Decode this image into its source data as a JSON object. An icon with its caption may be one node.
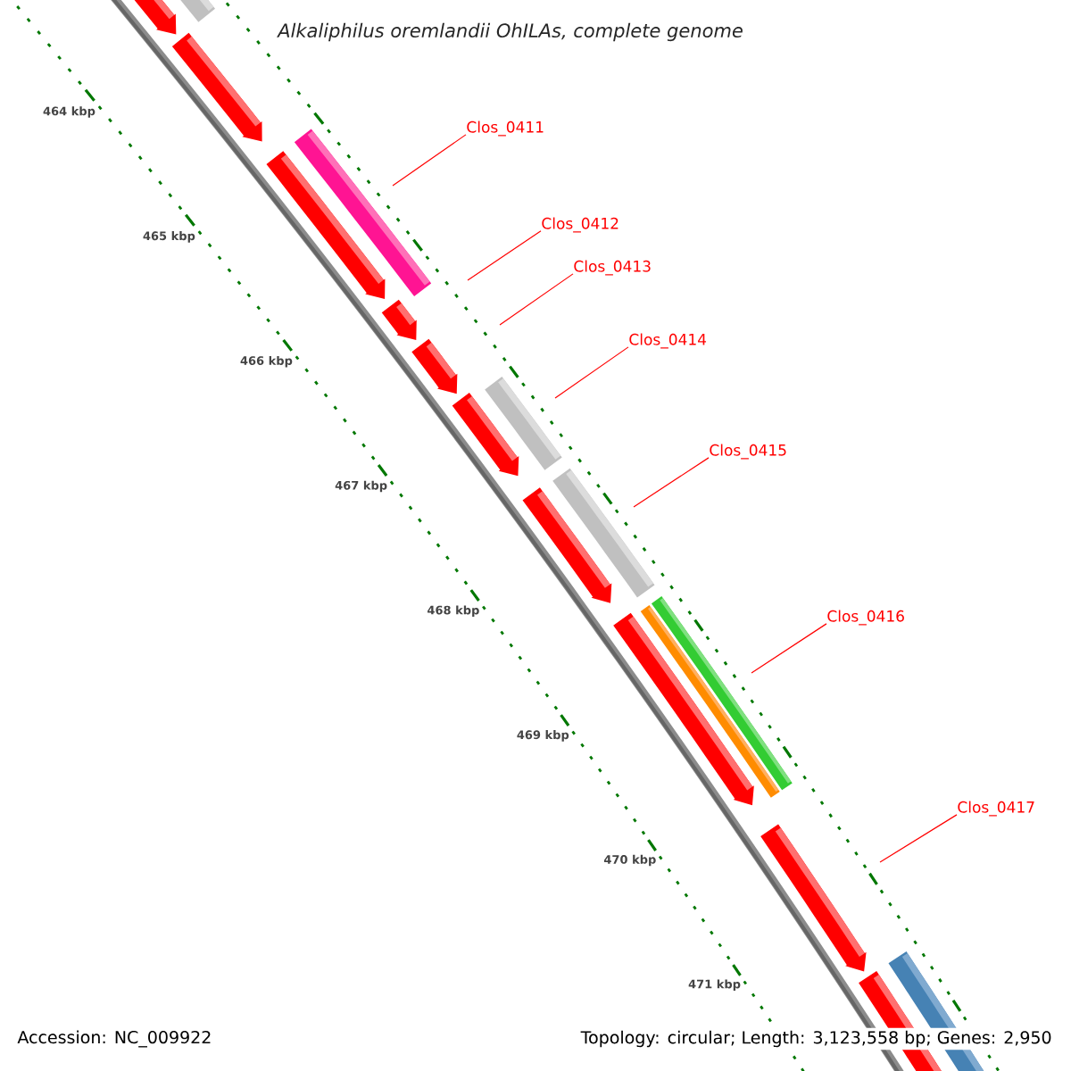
{
  "diagram": {
    "title": "Alkaliphilus oremlandii OhILAs, complete genome",
    "nodes": [
      {
        "text": [
          "Clos_0411"
        ]
      },
      {
        "text": [
          "Clos_0412"
        ]
      },
      {
        "text": [
          "Clos_0413"
        ]
      },
      {
        "text": [
          "Clos_0414"
        ]
      },
      {
        "text": [
          "Clos_0415"
        ]
      },
      {
        "text": [
          "Clos_0416"
        ]
      },
      {
        "text": [
          "Clos_0417"
        ]
      }
    ],
    "edges": [
      {
        "from": 0,
        "to": null,
        "arrow": "none"
      },
      {
        "from": 1,
        "to": null,
        "arrow": "none"
      },
      {
        "from": 2,
        "to": null,
        "arrow": "none"
      },
      {
        "from": 3,
        "to": null,
        "arrow": "none"
      },
      {
        "from": 4,
        "to": null,
        "arrow": "none"
      },
      {
        "from": 5,
        "to": null,
        "arrow": "none"
      },
      {
        "from": 6,
        "to": null,
        "arrow": "none"
      }
    ],
    "labels": [
      "464 kbp",
      "465 kbp",
      "466 kbp",
      "467 kbp",
      "468 kbp",
      "469 kbp",
      "470 kbp",
      "471 kbp",
      "Accession: NC_009922",
      "Topology: circular; Length: 3,123,558 bp; Genes: 2,950"
    ]
  }
}
